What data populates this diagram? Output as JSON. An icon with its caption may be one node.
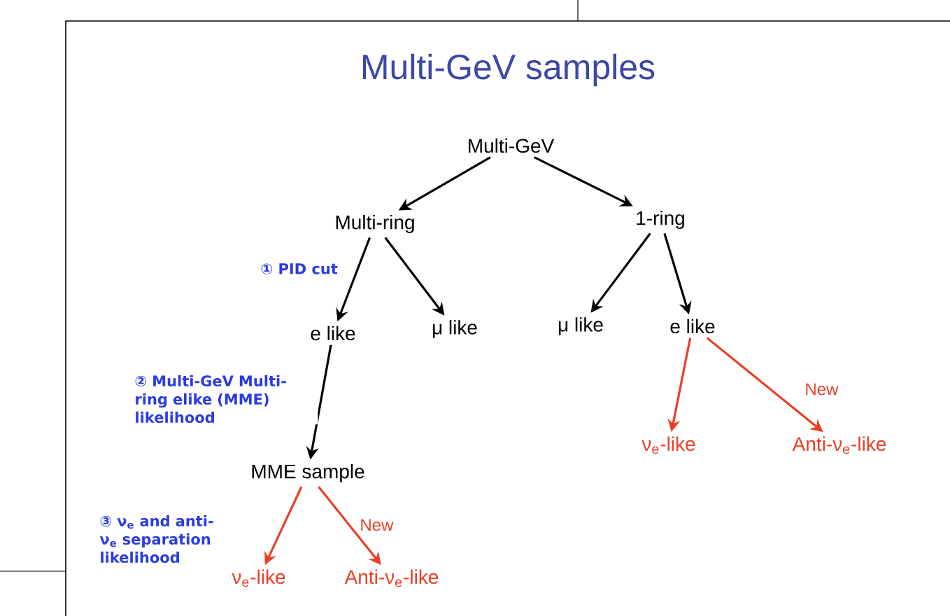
{
  "diagram": {
    "title": "Multi-GeV samples",
    "nodes": [
      {
        "text": [
          "Multi-GeV"
        ]
      },
      {
        "text": [
          "Multi-ring"
        ]
      },
      {
        "text": [
          "1-ring"
        ]
      },
      {
        "text": [
          "e like"
        ]
      },
      {
        "text": [
          "μ like"
        ]
      },
      {
        "text": [
          "μ like"
        ]
      },
      {
        "text": [
          "e like"
        ]
      },
      {
        "text": [
          "MME sample"
        ]
      },
      {
        "text": [
          "ν$_{e}$-like"
        ]
      },
      {
        "text": [
          "Anti-ν$_{e}$-like"
        ]
      },
      {
        "text": [
          "ν$_{e}$-like"
        ]
      },
      {
        "text": [
          "Anti-ν$_{e}$-like"
        ]
      }
    ],
    "edges": [
      {
        "from": 0,
        "to": 1,
        "arrow": "to"
      },
      {
        "from": 0,
        "to": 2,
        "arrow": "to"
      },
      {
        "from": 1,
        "to": 3,
        "arrow": "to",
        "label": "① PID cut"
      },
      {
        "from": 1,
        "to": 4,
        "arrow": "to"
      },
      {
        "from": 2,
        "to": 5,
        "arrow": "to"
      },
      {
        "from": 2,
        "to": 6,
        "arrow": "to"
      },
      {
        "from": 3,
        "to": 7,
        "arrow": "to",
        "label": "② Multi-GeV Multi-ring elike (MME) likelihood"
      },
      {
        "from": 7,
        "to": 8,
        "arrow": "to",
        "color": "#e8402a",
        "label": "③ ν$_{e}$ and anti-ν$_{e}$ separation likelihood"
      },
      {
        "from": 7,
        "to": 9,
        "arrow": "to",
        "color": "#e8402a",
        "label": "New"
      },
      {
        "from": 6,
        "to": 10,
        "arrow": "to",
        "color": "#e8402a"
      },
      {
        "from": 6,
        "to": 11,
        "arrow": "to",
        "color": "#e8402a",
        "label": "New"
      }
    ]
  }
}
